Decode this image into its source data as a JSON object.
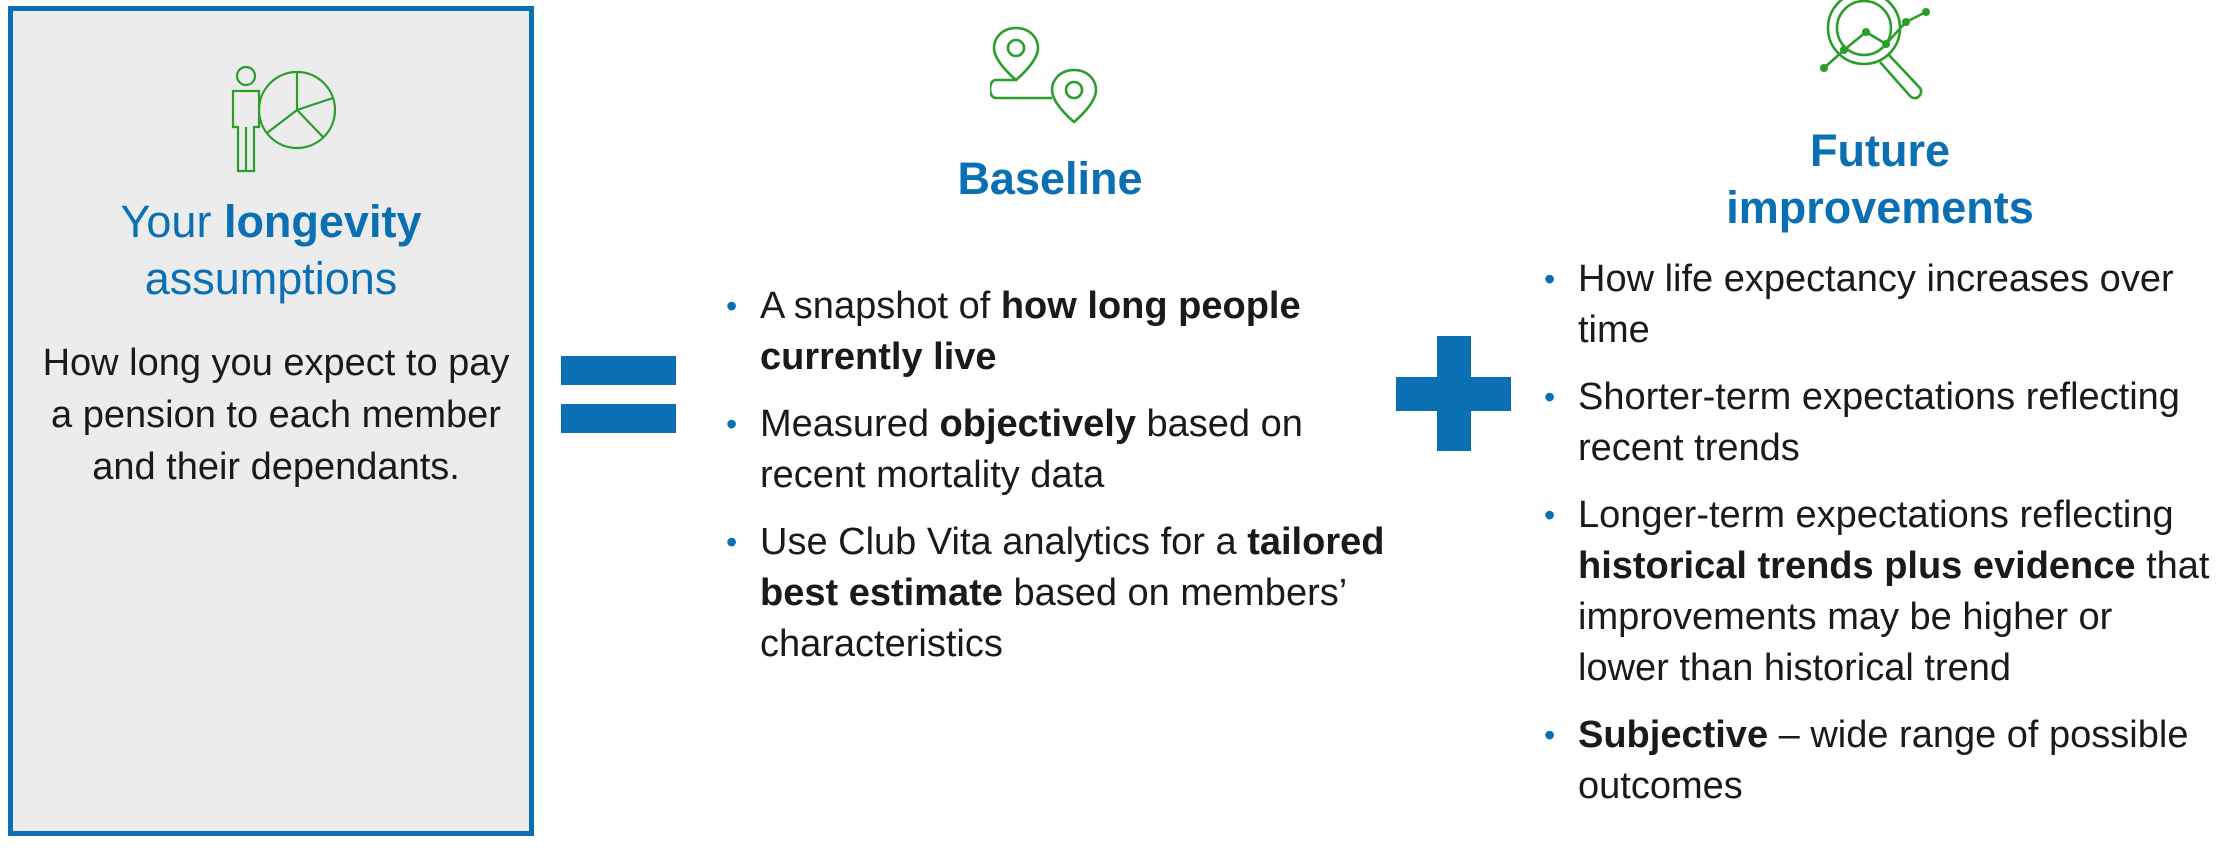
{
  "colors": {
    "accent": "#0a6fb3",
    "icon_green": "#2a9d2a",
    "panel_bg": "#ececec"
  },
  "left_panel": {
    "icon": "person-pie-chart-icon",
    "title": {
      "pre": "Your ",
      "bold": "longevity",
      "post": " assumptions"
    },
    "description": "How long you expect to pay a pension to each member and their dependants."
  },
  "operators": {
    "equals": "equals-sign",
    "plus": "plus-sign"
  },
  "baseline": {
    "icon": "route-map-pin-icon",
    "title": "Baseline",
    "bullets": [
      [
        {
          "text": "A snapshot of "
        },
        {
          "text": "how long people currently live",
          "bold": true
        }
      ],
      [
        {
          "text": "Measured "
        },
        {
          "text": "objectively",
          "bold": true
        },
        {
          "text": " based on recent mortality data"
        }
      ],
      [
        {
          "text": "Use Club Vita analytics for a "
        },
        {
          "text": "tailored best estimate",
          "bold": true
        },
        {
          "text": " based on members’ characteristics"
        }
      ]
    ]
  },
  "future": {
    "icon": "magnifier-trend-icon",
    "title_line1": "Future",
    "title_line2": "improvements",
    "bullets": [
      [
        {
          "text": "How life expectancy increases over time"
        }
      ],
      [
        {
          "text": "Shorter-term expectations reflecting recent trends"
        }
      ],
      [
        {
          "text": "Longer-term expectations reflecting "
        },
        {
          "text": "historical trends plus evidence",
          "bold": true
        },
        {
          "text": " that improvements may be higher or lower than historical trend"
        }
      ],
      [
        {
          "text": "Subjective",
          "bold": true
        },
        {
          "text": " – wide range of possible outcomes"
        }
      ]
    ]
  }
}
